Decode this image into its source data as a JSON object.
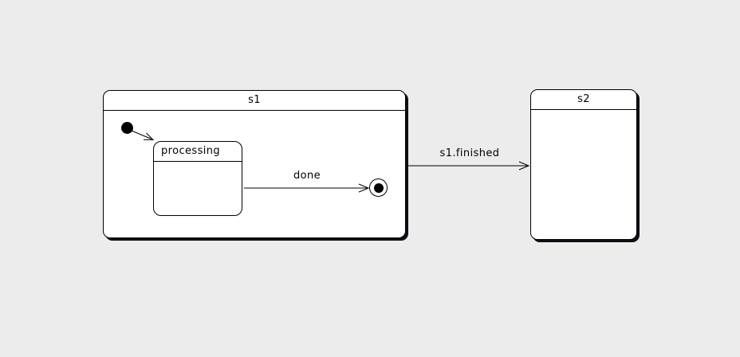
{
  "diagram": {
    "kind": "uml-state-diagram",
    "states": {
      "s1": {
        "label": "s1",
        "type": "composite"
      },
      "processing": {
        "label": "processing",
        "type": "simple",
        "parent": "s1"
      },
      "s2": {
        "label": "s2",
        "type": "simple"
      }
    },
    "pseudostates": {
      "initial": {
        "type": "initial",
        "parent": "s1"
      },
      "final": {
        "type": "final",
        "parent": "s1"
      }
    },
    "transitions": {
      "initial_to_processing": {
        "from": "initial",
        "to": "processing",
        "label": ""
      },
      "processing_to_final": {
        "from": "processing",
        "to": "final",
        "label": "done"
      },
      "s1_to_s2": {
        "from": "s1",
        "to": "s2",
        "label": "s1.finished"
      }
    },
    "colors": {
      "background": "#ececec",
      "state_fill": "#ffffff",
      "stroke": "#000000",
      "shadow": "#0e0e16"
    }
  }
}
